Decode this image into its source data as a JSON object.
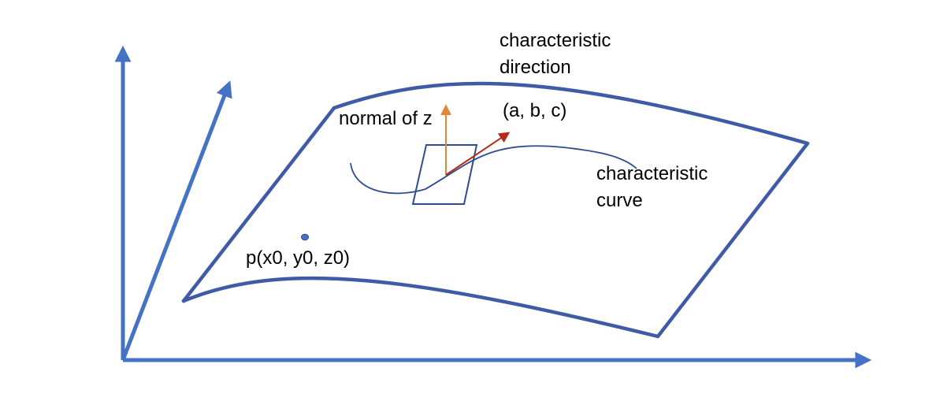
{
  "labels": {
    "characteristic_direction": [
      "characteristic",
      "direction"
    ],
    "direction_vector": "(a, b, c)",
    "normal": "normal of z",
    "characteristic_curve": [
      "characteristic",
      "curve"
    ],
    "point": "p(x0, y0, z0)"
  },
  "colors": {
    "axis": "#4472C4",
    "surface_edge": "#3F5BA8",
    "curve": "#2F4C8F",
    "tangent_plane": "#2F4C8F",
    "normal_arrow": "#E0873A",
    "direction_arrow": "#B52A1C",
    "point": "#4472C4",
    "text": "#000000"
  }
}
